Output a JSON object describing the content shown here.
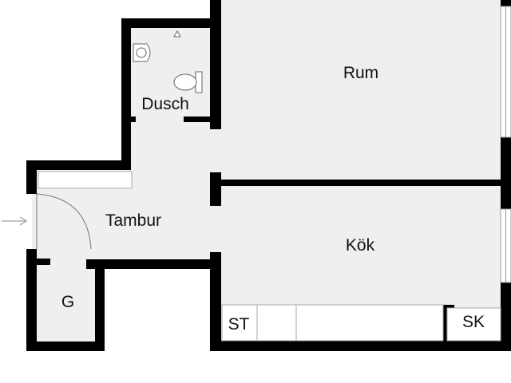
{
  "rooms": {
    "rum": "Rum",
    "kok": "Kök",
    "tambur": "Tambur",
    "dusch": "Dusch",
    "g": "G",
    "st": "ST",
    "sk": "SK"
  },
  "colors": {
    "floor": "#f0eef0",
    "wall": "#000000",
    "window": "#ffffff",
    "fixture": "#ffffff",
    "line": "#666666"
  }
}
